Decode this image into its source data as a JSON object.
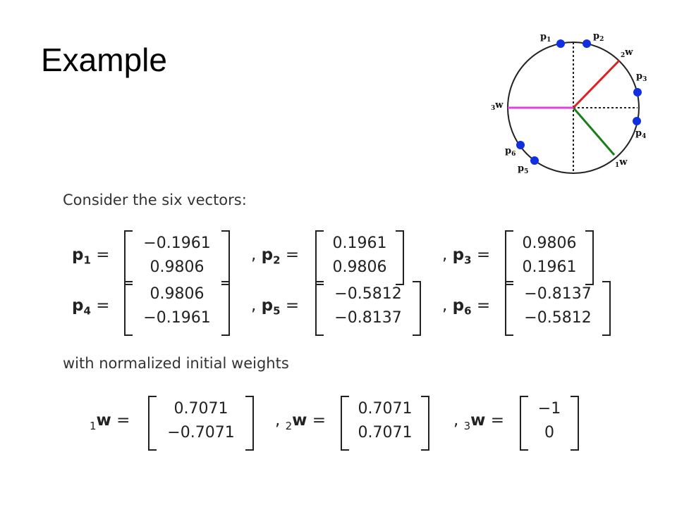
{
  "title": "Example",
  "diagram": {
    "labels": {
      "p1": "p1",
      "p2": "p2",
      "p3": "p3",
      "p4": "p4",
      "p5": "p5",
      "p6": "p6",
      "w1": "1w",
      "w2": "2w",
      "w3": "3w"
    },
    "colors": {
      "w1": "#1a7f1a",
      "w2": "#e02020",
      "w3": "#e040e0",
      "points": "#1030e0"
    }
  },
  "text": {
    "consider": "Consider the six vectors:",
    "with_weights": "with normalized initial weights"
  },
  "vectors": [
    {
      "name": "p",
      "sub": "1",
      "values": [
        "−0.1961",
        "0.9806"
      ]
    },
    {
      "name": "p",
      "sub": "2",
      "values": [
        "0.1961",
        "0.9806"
      ]
    },
    {
      "name": "p",
      "sub": "3",
      "values": [
        "0.9806",
        "0.1961"
      ]
    },
    {
      "name": "p",
      "sub": "4",
      "values": [
        "0.9806",
        "−0.1961"
      ]
    },
    {
      "name": "p",
      "sub": "5",
      "values": [
        "−0.5812",
        "−0.8137"
      ]
    },
    {
      "name": "p",
      "sub": "6",
      "values": [
        "−0.8137",
        "−0.5812"
      ]
    }
  ],
  "weights": [
    {
      "pre": "1",
      "name": "w",
      "values": [
        "0.7071",
        "−0.7071"
      ]
    },
    {
      "pre": "2",
      "name": "w",
      "values": [
        "0.7071",
        "0.7071"
      ]
    },
    {
      "pre": "3",
      "name": "w",
      "values": [
        "−1",
        "0"
      ]
    }
  ]
}
